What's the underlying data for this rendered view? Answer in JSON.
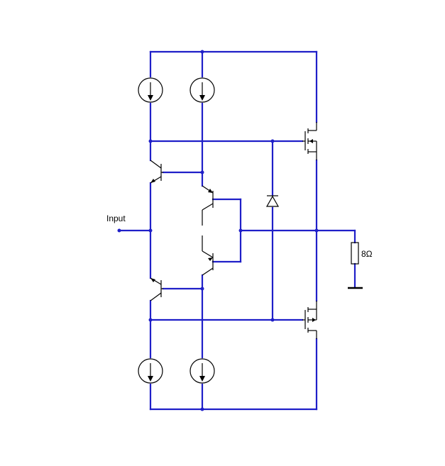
{
  "labels": {
    "input": "Input",
    "load_resistance": "8Ω"
  },
  "colors": {
    "wire": "#1f1fc8",
    "component": "#000000",
    "background": "#ffffff"
  },
  "components": {
    "current_sources": 4,
    "bjt_transistors": 4,
    "mosfets": 2,
    "diodes": 1,
    "resistors": 1,
    "ground_symbols": 1
  }
}
